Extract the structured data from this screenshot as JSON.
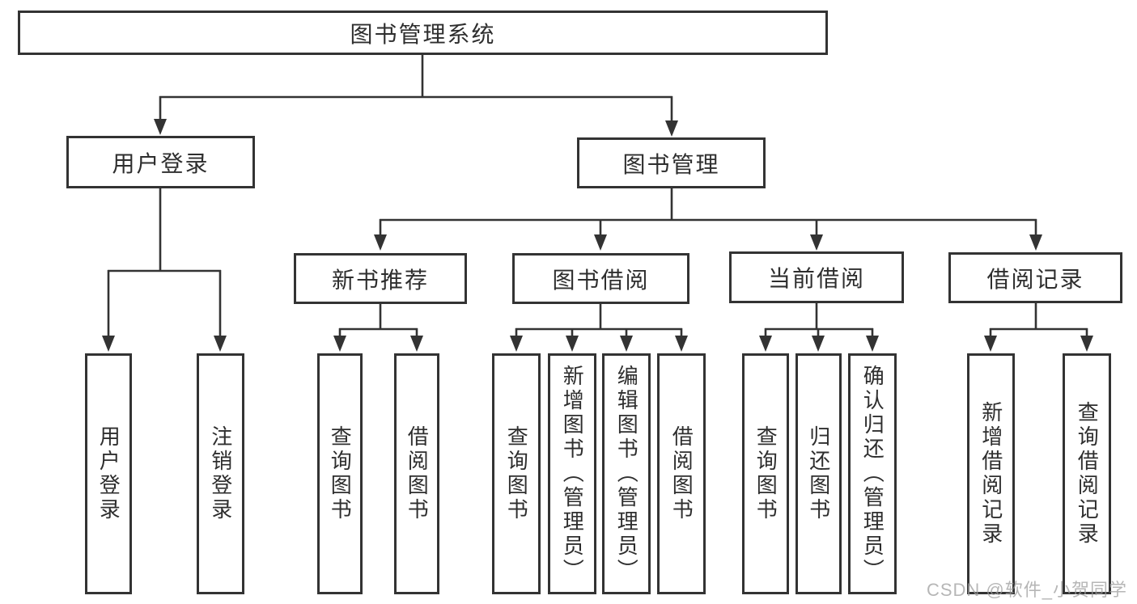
{
  "colors": {
    "line": "#333333",
    "box_border": "#333333",
    "text": "#2e2e2e",
    "watermark": "#9e9e9e",
    "background": "#ffffff"
  },
  "watermark": "CSDN @软件_小贺同学",
  "nodes": {
    "root": "图书管理系统",
    "level2": [
      {
        "label": "用户登录"
      },
      {
        "label": "图书管理"
      }
    ],
    "level3": [
      {
        "label": "新书推荐"
      },
      {
        "label": "图书借阅"
      },
      {
        "label": "当前借阅"
      },
      {
        "label": "借阅记录"
      }
    ],
    "leaves": {
      "user_login": [
        "用户登录",
        "注销登录"
      ],
      "new_book_recommend": [
        "查询图书",
        "借阅图书"
      ],
      "book_borrow": [
        "查询图书",
        "新增图书（管理员）",
        "编辑图书（管理员）",
        "借阅图书"
      ],
      "current_borrow": [
        "查询图书",
        "归还图书",
        "确认归还（管理员）"
      ],
      "borrow_records": [
        "新增借阅记录",
        "查询借阅记录"
      ]
    }
  }
}
